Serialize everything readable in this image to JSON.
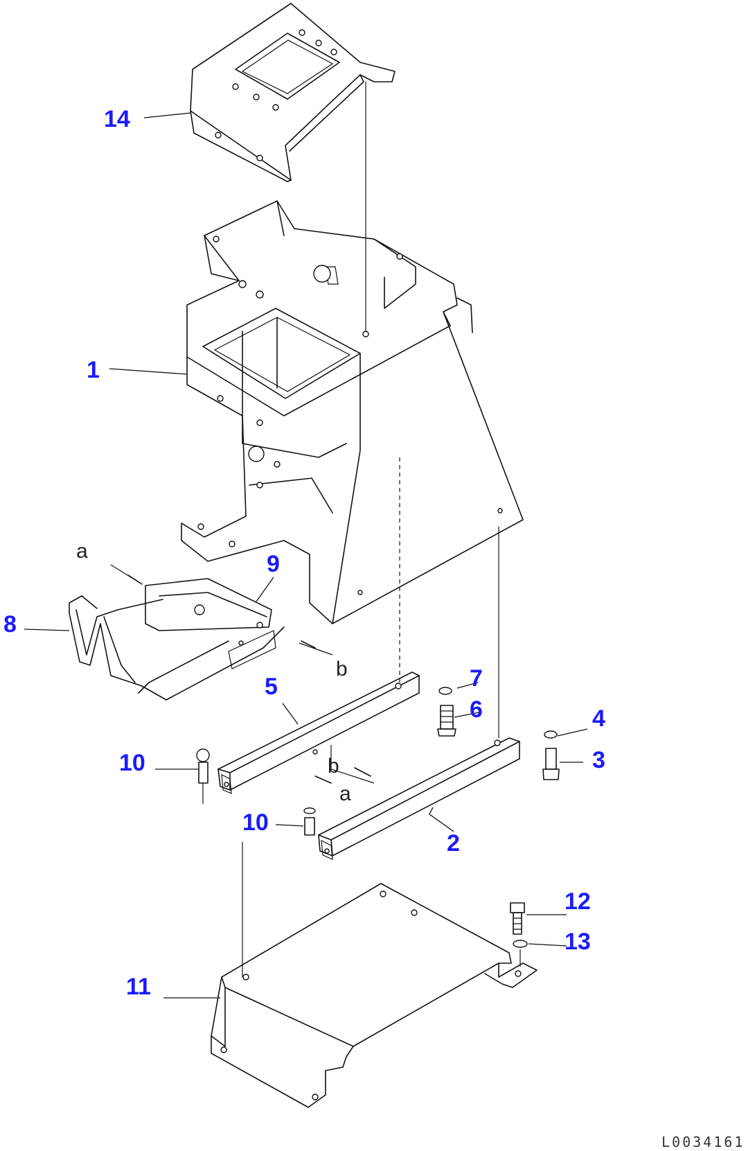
{
  "part_labels": {
    "l1": "1",
    "l2": "2",
    "l3": "3",
    "l4": "4",
    "l5": "5",
    "l6": "6",
    "l7": "7",
    "l8": "8",
    "l9": "9",
    "l10a": "10",
    "l10b": "10",
    "l11": "11",
    "l12": "12",
    "l13": "13",
    "l14": "14"
  },
  "ref_marks": {
    "a1": "a",
    "a2": "a",
    "b1": "b",
    "b2": "b"
  },
  "drawing_code": "L0034161",
  "colors": {
    "label": "#1a1aff",
    "line": "#111111"
  }
}
